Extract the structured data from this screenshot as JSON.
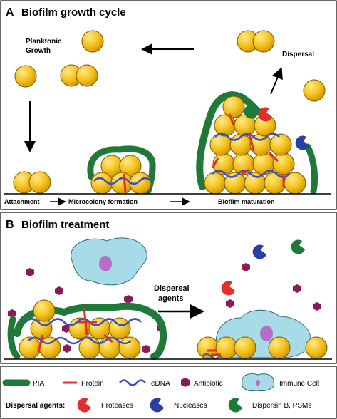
{
  "panel_a": {
    "letter": "A",
    "title": "Biofilm growth cycle",
    "labels": {
      "planktonic_line1": "Planktonic",
      "planktonic_line2": "Growth",
      "dispersal": "Dispersal",
      "attachment": "Attachment",
      "microcolony": "Microcolony formation",
      "maturation": "Biofilm maturation"
    }
  },
  "panel_b": {
    "letter": "B",
    "title": "Biofilm treatment",
    "labels": {
      "dispersal_agents_line1": "Dispersal",
      "dispersal_agents_line2": "agents"
    }
  },
  "legend": {
    "pia": "PIA",
    "protein": "Protein",
    "edna": "eDNA",
    "antibiotic": "Antibiotic",
    "immune_cell": "Immune Cell",
    "dispersal_agents_title": "Dispersal agents:",
    "proteases": "Proteases",
    "nucleases": "Nucleases",
    "dispersin": "Dispersin B, PSMs"
  },
  "colors": {
    "cell_fill": "#f4c21b",
    "cell_stroke": "#7a5a00",
    "pia": "#1f7a3a",
    "protein": "#e0302a",
    "edna": "#3a4fc2",
    "antibiotic": "#8a1a5a",
    "immune_cell": "#a8dbe8",
    "immune_nucleus": "#b56fc4",
    "protease": "#e0302a",
    "nuclease": "#2a3fa6",
    "dispersin": "#1f7a3a"
  }
}
